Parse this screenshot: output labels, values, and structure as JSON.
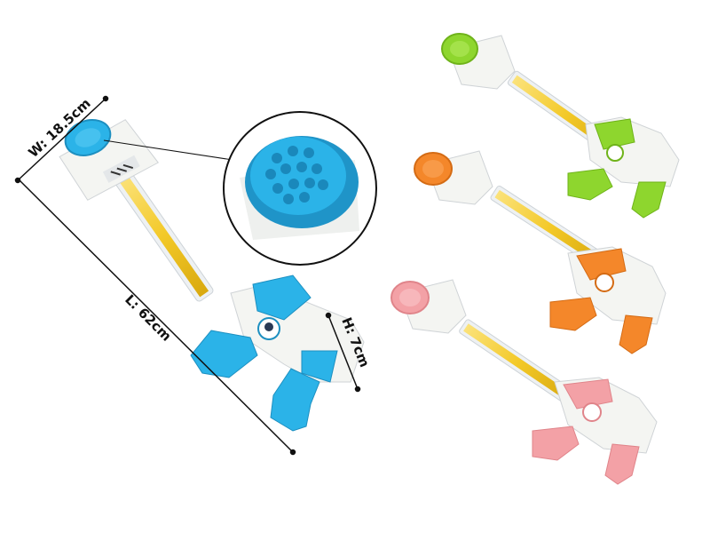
{
  "dimensions": {
    "width": "W: 18.5cm",
    "length": "L: 62cm",
    "height": "H: 7cm"
  },
  "product_variants": [
    {
      "color_name": "blue",
      "accent": "#2bb3e8"
    },
    {
      "color_name": "green",
      "accent": "#8ed62e"
    },
    {
      "color_name": "orange",
      "accent": "#f4872a"
    },
    {
      "color_name": "pink",
      "accent": "#f3a1a6"
    }
  ],
  "colors": {
    "barrel": "#f3c928",
    "body": "#f4f5f2",
    "line": "#111111"
  }
}
